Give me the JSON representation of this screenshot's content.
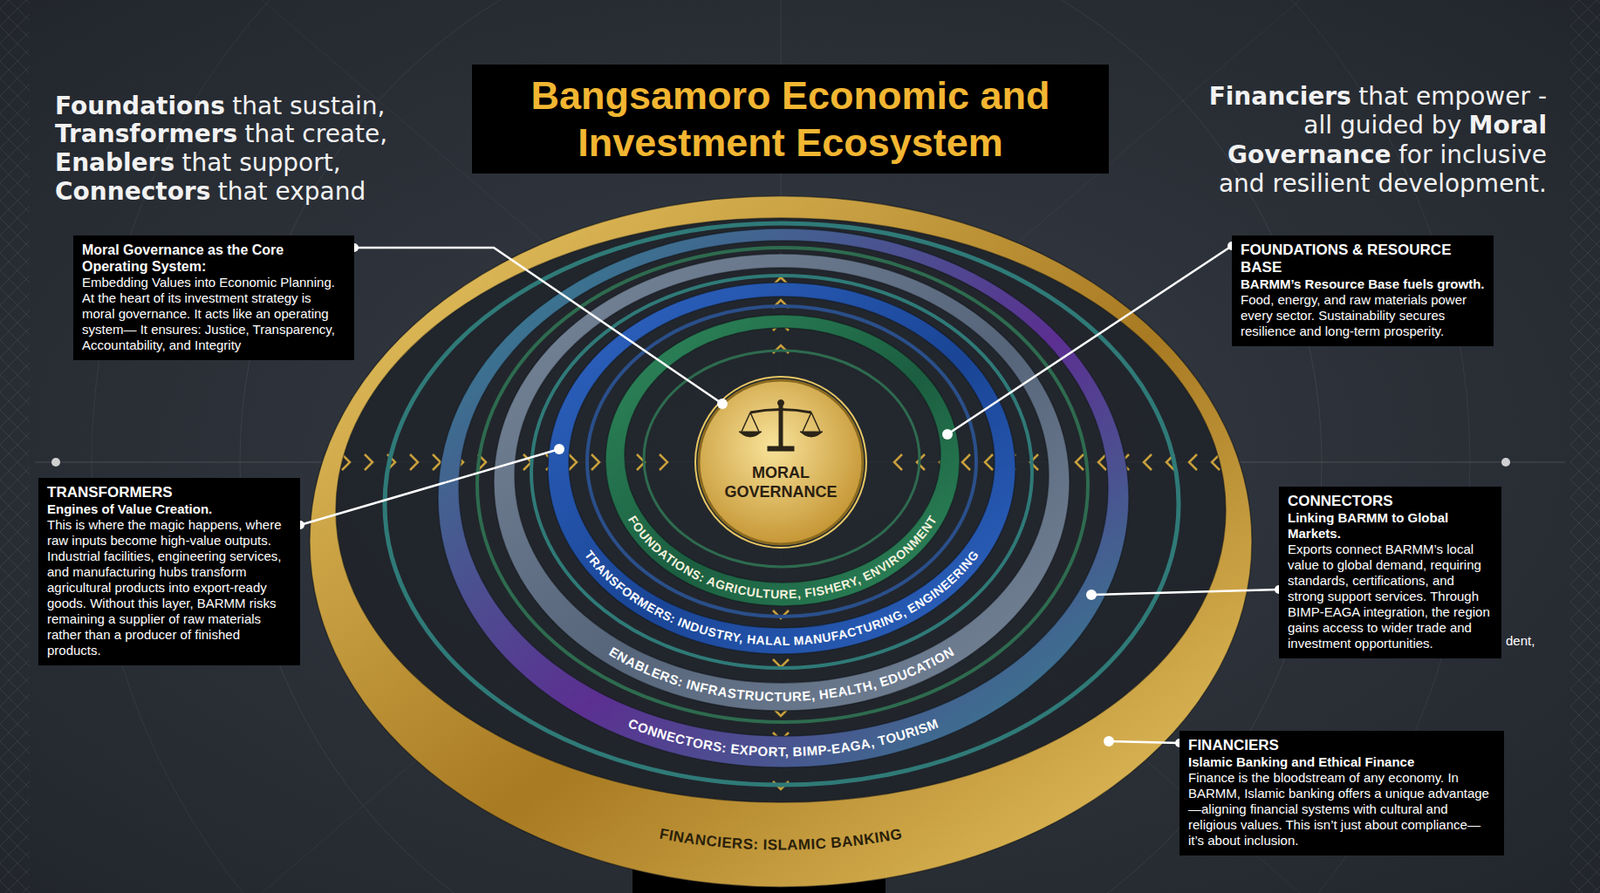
{
  "diagram": {
    "title": "Bangsamoro Economic and Investment Ecosystem",
    "nodes": [
      {
        "text": [
          "FINANCIERS: ISLAMIC BANKING"
        ]
      },
      {
        "text": [
          "CONNECTORS: EXPORT, BIMP-EAGA, TOURISM"
        ],
        "in": 0
      },
      {
        "text": [
          "ENABLERS: INFRASTRUCTURE, HEALTH, EDUCATION"
        ],
        "in": 1
      },
      {
        "text": [
          "TRANSFORMERS: INDUSTRY, HALAL MANUFACTURING, ENGINEERING"
        ],
        "in": 2
      },
      {
        "text": [
          "FOUNDATIONS: AGRICULTURE, FISHERY, ENVIRONMENT"
        ],
        "in": 3
      },
      {
        "text": [
          "MORAL GOVERNANCE"
        ],
        "in": 4
      },
      {
        "text": [
          "Moral Governance as the Core Operating System:",
          "Embedding Values into Economic Planning. At the heart of its investment strategy is moral governance. It acts like an operating system— It ensures: Justice, Transparency, Accountability, and Integrity"
        ]
      },
      {
        "text": [
          "TRANSFORMERS",
          "Engines of Value Creation.",
          "This is where the magic happens, where raw inputs become high-value outputs. Industrial facilities, engineering services, and manufacturing hubs transform agricultural products into export-ready goods. Without this layer, BARMM risks remaining a supplier of raw materials rather than a producer of finished products."
        ]
      },
      {
        "text": [
          "FOUNDATIONS & RESOURCE BASE",
          "BARMM’s Resource Base fuels growth.",
          "Food, energy, and raw materials power every sector. Sustainability secures resilience and long-term prosperity."
        ]
      },
      {
        "text": [
          "CONNECTORS",
          "Linking BARMM to Global Markets.",
          "Exports connect BARMM’s local value to global demand, requiring standards, certifications, and strong support services. Through BIMP-EAGA integration, the region gains access to wider trade and investment opportunities."
        ]
      },
      {
        "text": [
          "FINANCIERS",
          "Islamic Banking and Ethical Finance",
          "Finance is the bloodstream of any economy. In BARMM, Islamic banking offers a unique advantage—aligning financial systems with cultural and religious values. This isn’t just about compliance—it’s about inclusion."
        ]
      }
    ],
    "edges": [
      {
        "from": 6,
        "to": 5,
        "arrow": "none"
      },
      {
        "from": 8,
        "to": 4,
        "arrow": "none"
      },
      {
        "from": 7,
        "to": 3,
        "arrow": "none"
      },
      {
        "from": 9,
        "to": 1,
        "arrow": "none"
      },
      {
        "from": 10,
        "to": 0,
        "arrow": "none"
      }
    ],
    "labels": [
      "Foundations",
      "that sustain,",
      "Transformers",
      "that create,",
      "Enablers",
      "that support,",
      "Connectors",
      "that expand",
      "Financiers",
      "that empower -",
      "all guided by",
      "Moral",
      "Governance",
      "for inclusive",
      "and resilient development.",
      "dent,"
    ]
  }
}
